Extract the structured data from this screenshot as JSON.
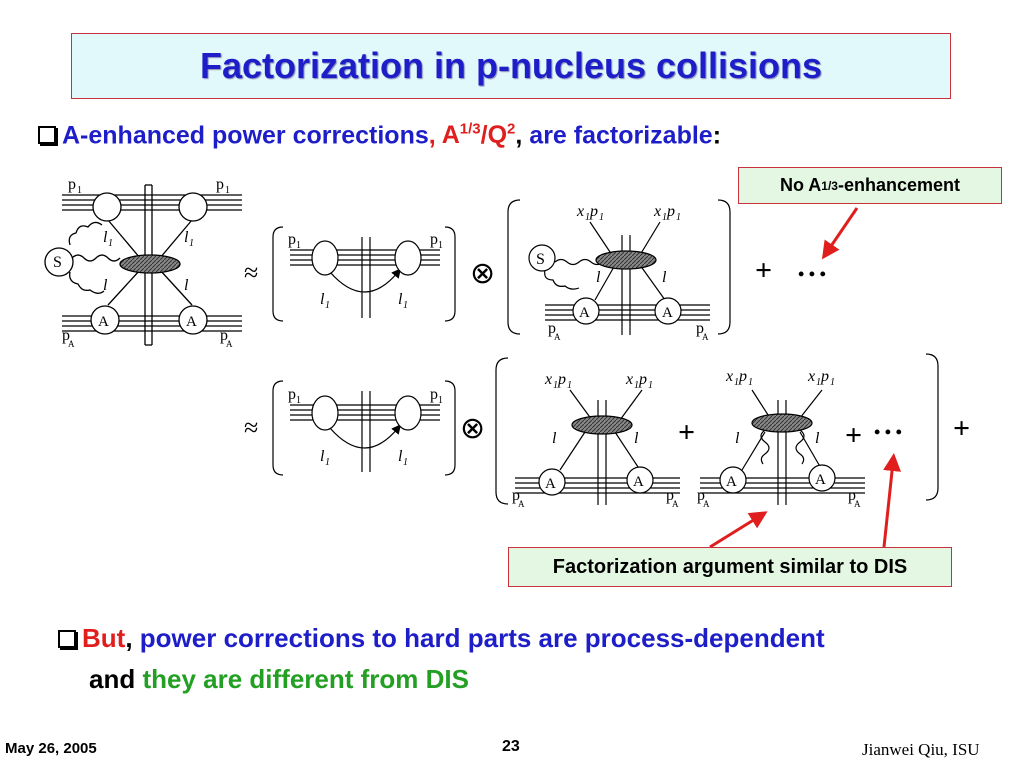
{
  "title": "Factorization in p-nucleus collisions",
  "bullet1": {
    "text1": "A-enhanced power corrections",
    "comma1": ", ",
    "a": "A",
    "a_exp": "1/3",
    "q": "/Q",
    "q_exp": "2",
    "comma2": ", ",
    "text2": "are factorizable",
    "colon": ":"
  },
  "note_top": {
    "pre": "No A",
    "exp": "1/3",
    "post": "-enhancement"
  },
  "note_bottom": "Factorization argument similar to DIS",
  "bullet2": {
    "but": "But",
    "comma": ",",
    "text": " power corrections to hard parts are process-dependent",
    "and": "and",
    "text2": "they are different from DIS"
  },
  "symbols": {
    "approx": "≈",
    "otimes": "⊗",
    "plus": "+",
    "dots": "• • •"
  },
  "diagram_labels": {
    "p1": "p",
    "p1_sub": "1",
    "pA": "p",
    "pA_sub": "A",
    "l1": "l",
    "l1_sub": "1",
    "l": "l",
    "S": "S",
    "A": "A",
    "x1p1": "x",
    "x1p1_sub": "1",
    "x1p1_p": "p",
    "x1p1_psub": "1"
  },
  "footer": {
    "date": "May 26, 2005",
    "page": "23",
    "author": "Jianwei Qiu, ISU"
  },
  "colors": {
    "title_blue": "#1e1ec8",
    "red": "#e01e1e",
    "green": "#23a023",
    "box_border": "#c8323c"
  }
}
